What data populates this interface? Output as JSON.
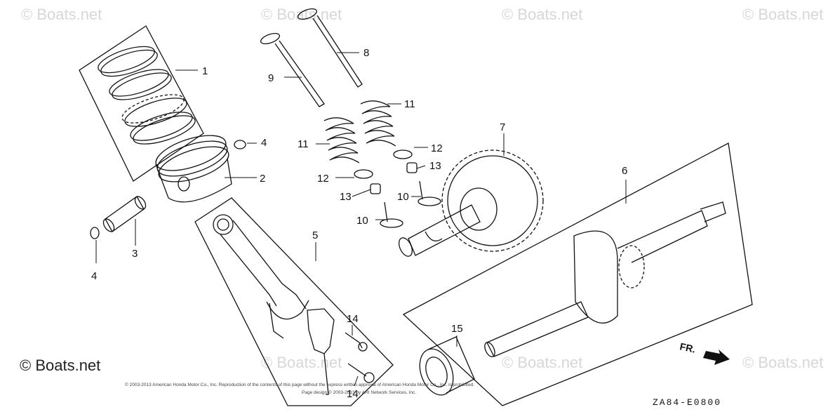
{
  "watermark": {
    "text": "© Boats.net"
  },
  "brand_mark": "© Boats.net",
  "diagram_code": "ZA84-E0800",
  "copyright": {
    "line1": "© 2003-2013 American Honda Motor Co., Inc. Reproduction of the contents of this page without the express written approval of American Honda Motor Co., Inc. is prohibited.",
    "line2": "Page design © 2003-2013 by ARI Network Services, Inc."
  },
  "direction": {
    "label": "FR.",
    "icon": "arrow-right-icon"
  },
  "callouts": [
    "1",
    "2",
    "3",
    "4",
    "4",
    "5",
    "6",
    "7",
    "8",
    "9",
    "10",
    "10",
    "11",
    "11",
    "12",
    "12",
    "13",
    "13",
    "14",
    "14",
    "15"
  ]
}
